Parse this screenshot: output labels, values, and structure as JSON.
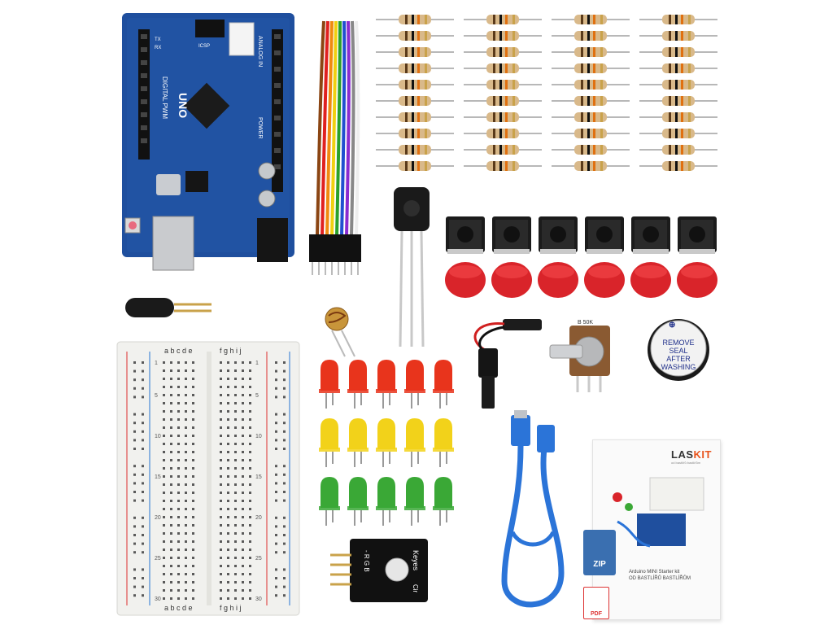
{
  "board": {
    "model": "UNO",
    "left_header": "DIGITAL PWM",
    "power_header": "POWER",
    "analog_header": "ANALOG IN",
    "icsp": "ICSP",
    "tx": "TX",
    "rx": "RX"
  },
  "breadboard": {
    "letters_left": "a b c d e",
    "letters_right": "f g h i j",
    "row_numbers": [
      "1",
      "5",
      "10",
      "15",
      "20",
      "25",
      "30"
    ]
  },
  "buzzer": {
    "line1": "REMOVE",
    "line2": "SEAL",
    "line3": "AFTER",
    "line4": "WASHING"
  },
  "potentiometer": {
    "label": "B 50K"
  },
  "rgb_module": {
    "brand": "Keyes",
    "pins": "- R G B",
    "cir": "Cir"
  },
  "booklet": {
    "brand_main": "LAS",
    "brand_accent": "KIT",
    "brand_sub": "od bastlířů bastlířům",
    "title_line1": "Arduino MINI Starter kit",
    "title_line2": "OD BASTLÍŘŮ BASTLÍŘŮM",
    "zip_label": "ZIP",
    "pdf_label": "PDF"
  },
  "colors": {
    "arduino_blue": "#1f4f9e",
    "resistor_body": "#d9b98a",
    "button_red": "#d9242a",
    "led_red": "#e8341c",
    "led_yellow": "#f2d21a",
    "led_green": "#3aa836",
    "usb_cable": "#2b74d8"
  }
}
